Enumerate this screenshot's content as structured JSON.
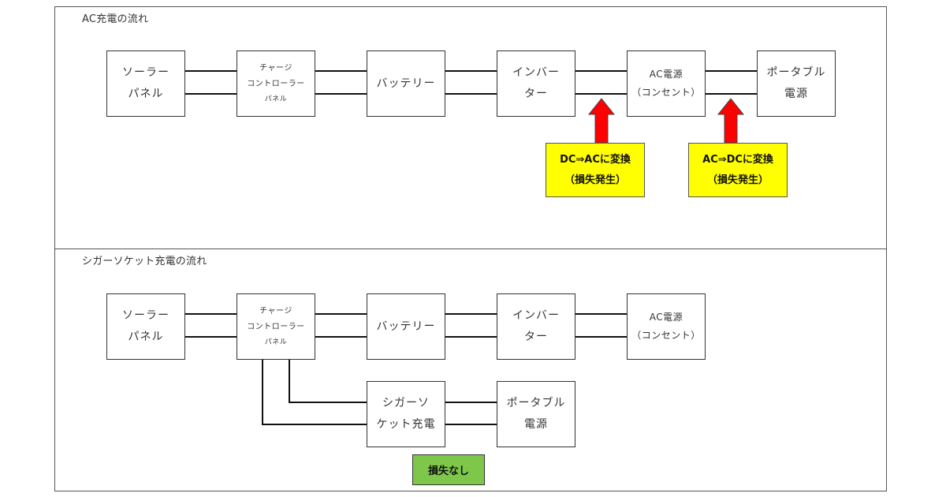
{
  "ac_flow": {
    "title": "AC充電の流れ",
    "solar_panel": [
      "ソーラー",
      "パネル"
    ],
    "charge_controller": [
      "チャージ",
      "コントローラー",
      "パネル"
    ],
    "battery": "バッテリー",
    "inverter": [
      "インバー",
      "ター"
    ],
    "ac_outlet": [
      "AC電源",
      "（コンセント）"
    ],
    "portable_power": [
      "ポータブル",
      "電源"
    ],
    "loss_dc_to_ac": [
      "DC⇒ACに変換",
      "（損失発生）"
    ],
    "loss_ac_to_dc": [
      "AC⇒DCに変換",
      "（損失発生）"
    ]
  },
  "cigar_flow": {
    "title": "シガーソケット充電の流れ",
    "solar_panel": [
      "ソーラー",
      "パネル"
    ],
    "charge_controller": [
      "チャージ",
      "コントローラー",
      "パネル"
    ],
    "battery": "バッテリー",
    "inverter": [
      "インバー",
      "ター"
    ],
    "ac_outlet": [
      "AC電源",
      "（コンセント）"
    ],
    "cigar_charge": [
      "シガーソ",
      "ケット充電"
    ],
    "portable_power": [
      "ポータブル",
      "電源"
    ],
    "no_loss": "損失なし"
  },
  "colors": {
    "loss_callout": "#ffff00",
    "loss_arrow": "#ff0000",
    "no_loss_tag": "#7ec74a"
  }
}
